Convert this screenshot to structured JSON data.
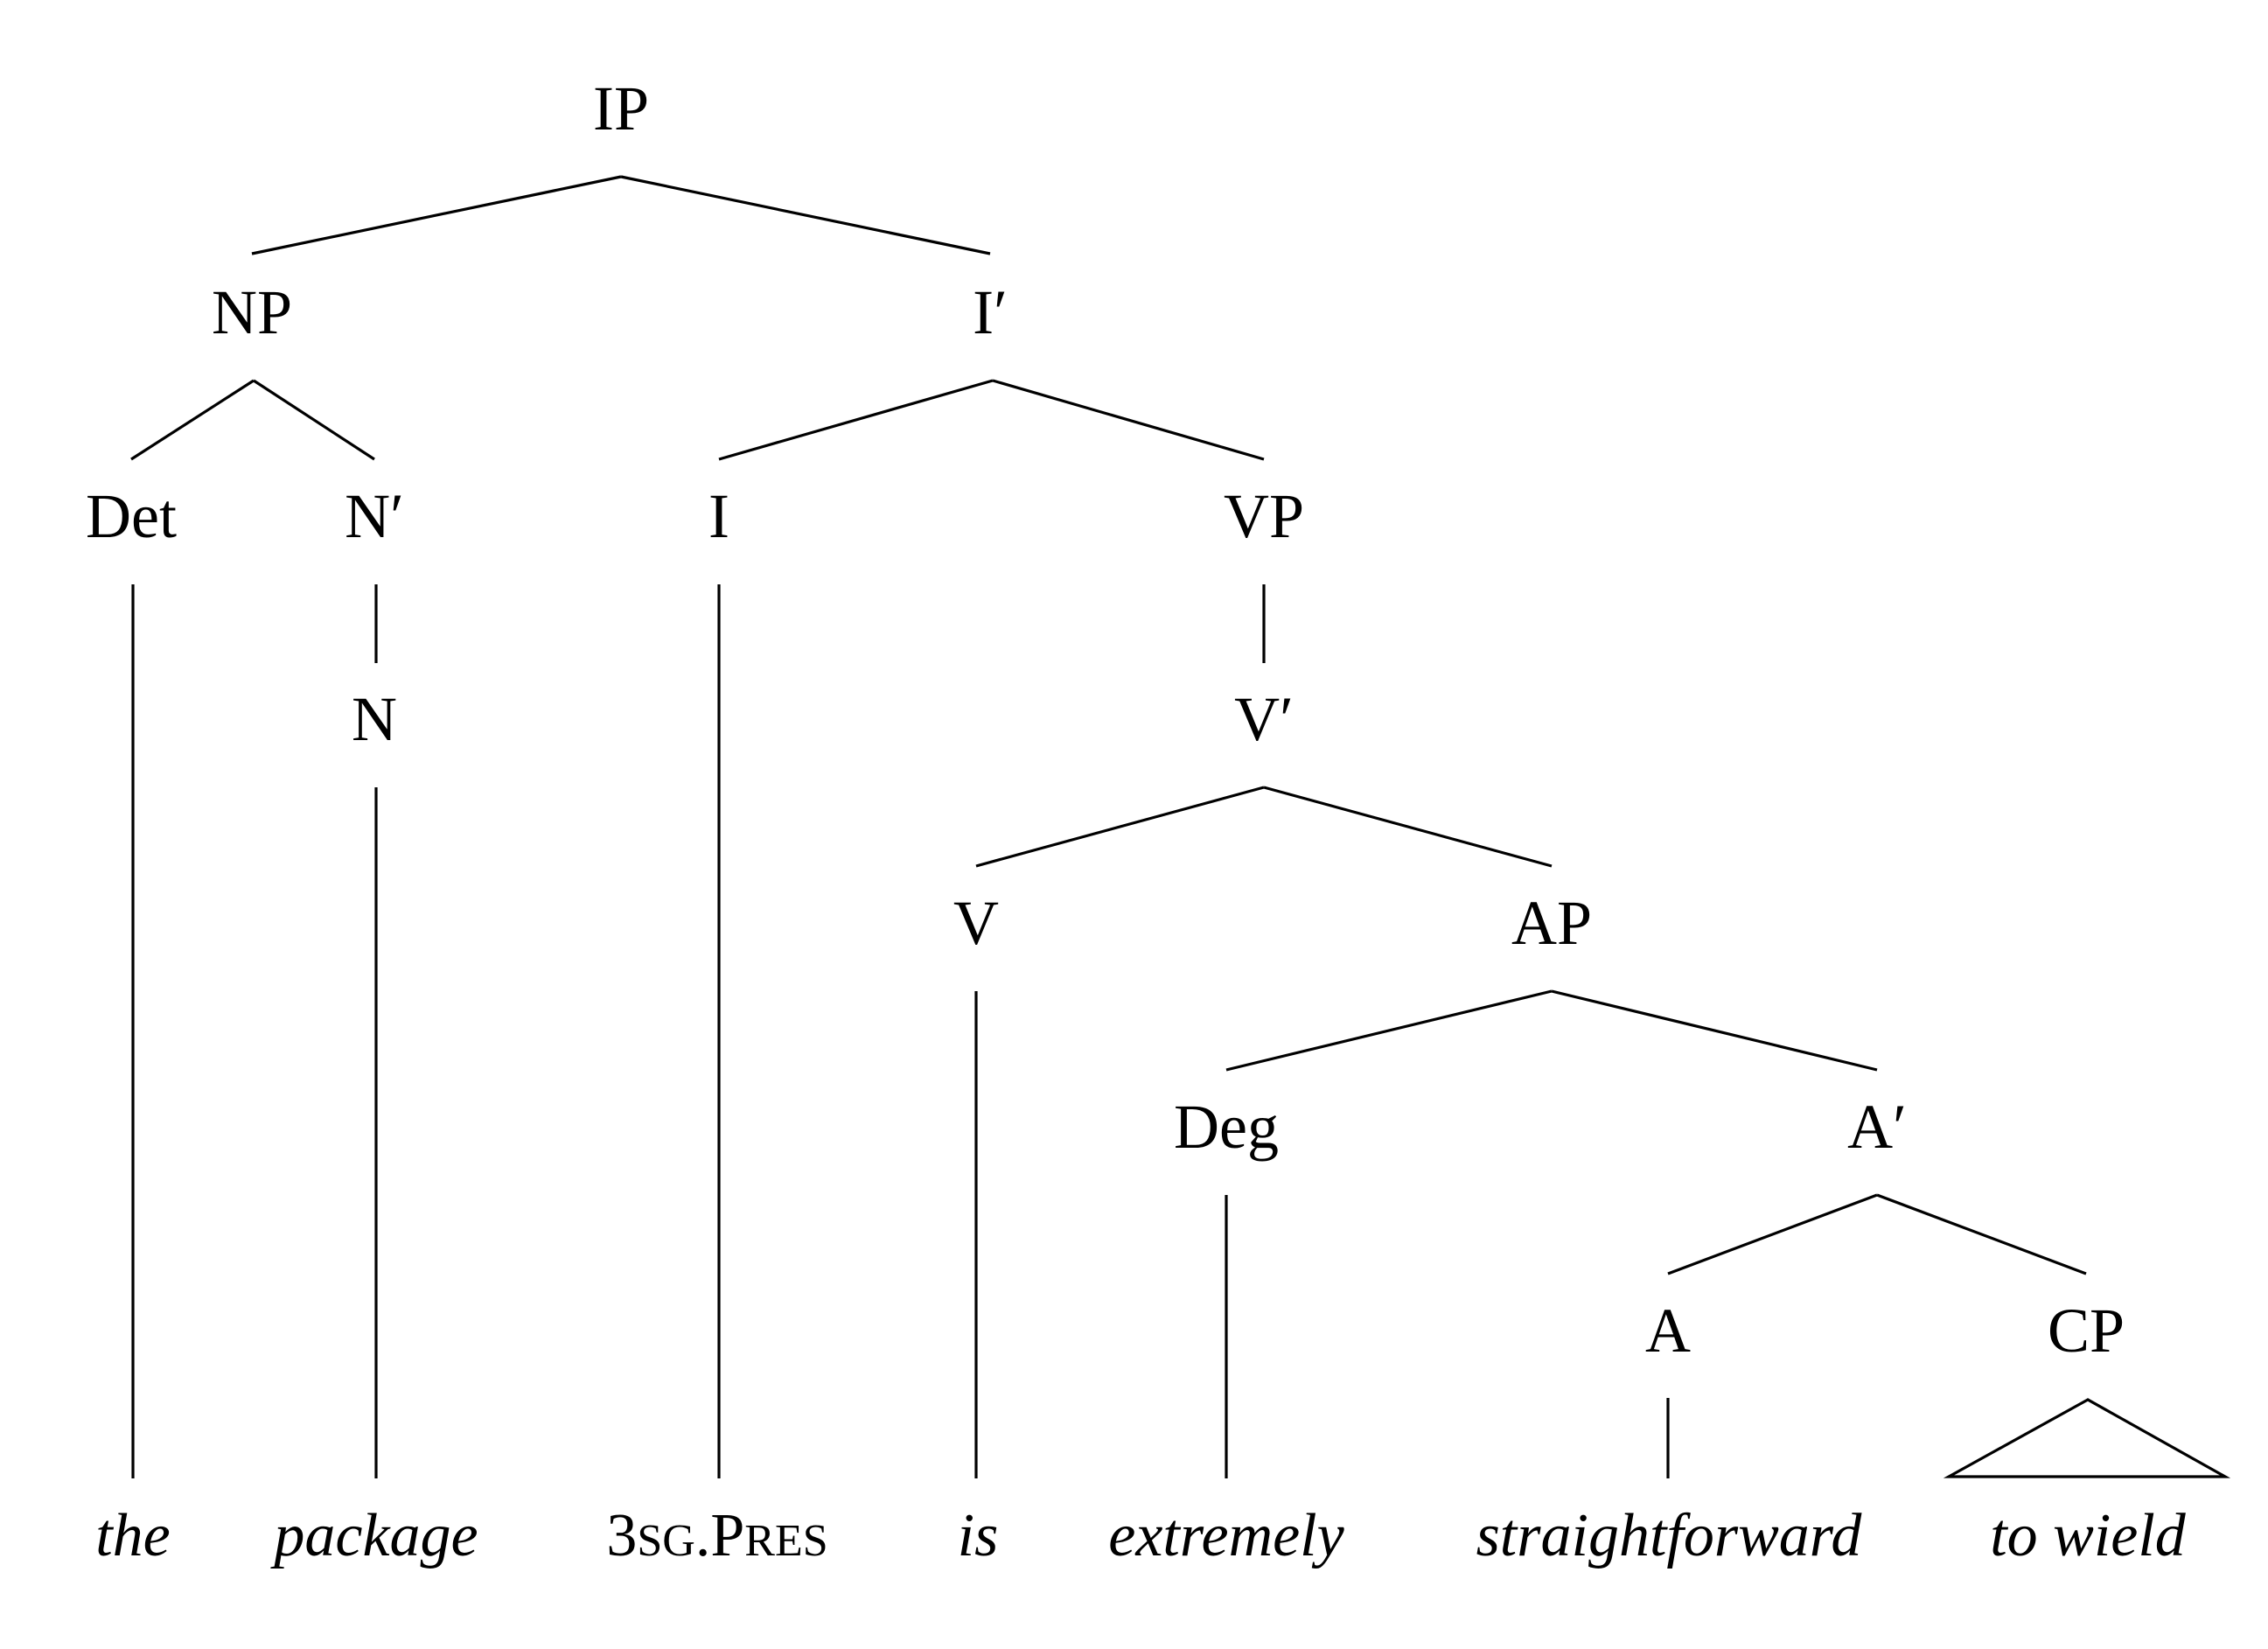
{
  "nodes": {
    "ip": "IP",
    "np": "NP",
    "ibar": "I′",
    "det": "Det",
    "nbar": "N′",
    "i": "I",
    "vp": "VP",
    "n": "N",
    "vbar": "V′",
    "v": "V",
    "ap": "AP",
    "deg": "Deg",
    "abar": "A′",
    "a": "A",
    "cp": "CP"
  },
  "leaves": {
    "the": "the",
    "package": "package",
    "gloss": {
      "num": "3",
      "sg": "SG",
      "dot": ".",
      "p": "P",
      "res": "RES"
    },
    "is": "is",
    "extremely": "extremely",
    "straightforward": "straightforward",
    "to_wield": "to wield"
  }
}
